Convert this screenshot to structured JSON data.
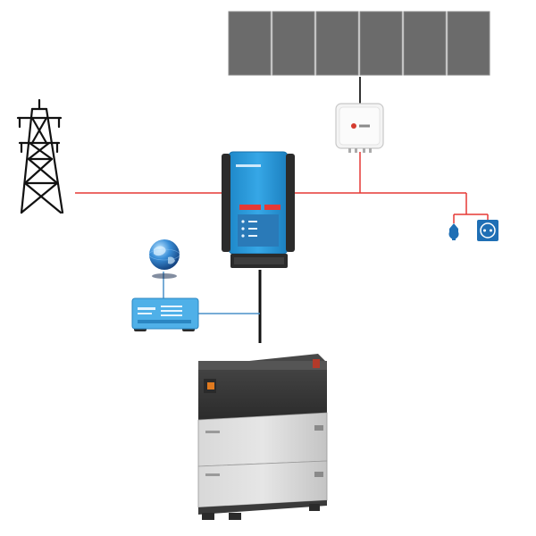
{
  "diagram": {
    "type": "solar-energy-storage-system",
    "nodes": [
      {
        "id": "solar-panels",
        "icon": "solar-panel-icon",
        "count": 6
      },
      {
        "id": "pv-inverter",
        "icon": "pv-inverter-icon"
      },
      {
        "id": "utility-grid",
        "icon": "power-pylon-icon"
      },
      {
        "id": "inverter-charger",
        "icon": "inverter-charger-icon"
      },
      {
        "id": "loads",
        "icons": [
          "light-bulb-icon",
          "power-socket-icon"
        ]
      },
      {
        "id": "internet",
        "icon": "globe-icon"
      },
      {
        "id": "gx-monitoring-device",
        "icon": "monitoring-device-icon"
      },
      {
        "id": "battery-storage",
        "icon": "battery-tower-icon",
        "modules": 2
      }
    ],
    "connections": [
      {
        "from": "solar-panels",
        "to": "pv-inverter",
        "kind": "dc",
        "color": "#333333"
      },
      {
        "from": "pv-inverter",
        "to": "ac-bus",
        "kind": "ac",
        "color": "#e53935"
      },
      {
        "from": "utility-grid",
        "to": "inverter-charger",
        "kind": "ac",
        "color": "#e53935"
      },
      {
        "from": "inverter-charger",
        "to": "loads",
        "kind": "ac",
        "color": "#e53935"
      },
      {
        "from": "inverter-charger",
        "to": "battery-storage",
        "kind": "dc",
        "color": "#111111"
      },
      {
        "from": "gx-monitoring-device",
        "to": "inverter-charger",
        "kind": "data",
        "color": "#4a90c8"
      },
      {
        "from": "internet",
        "to": "gx-monitoring-device",
        "kind": "data",
        "color": "#4a90c8"
      }
    ]
  },
  "colors": {
    "ac_line": "#e53935",
    "dc_line": "#111111",
    "data_line": "#4a90c8",
    "panel": "#6b6b6b",
    "inverter_blue": "#2196d3",
    "battery_dark": "#3a3a3a",
    "battery_light": "#cfcfcf",
    "accent_blue": "#1f6fb5"
  }
}
